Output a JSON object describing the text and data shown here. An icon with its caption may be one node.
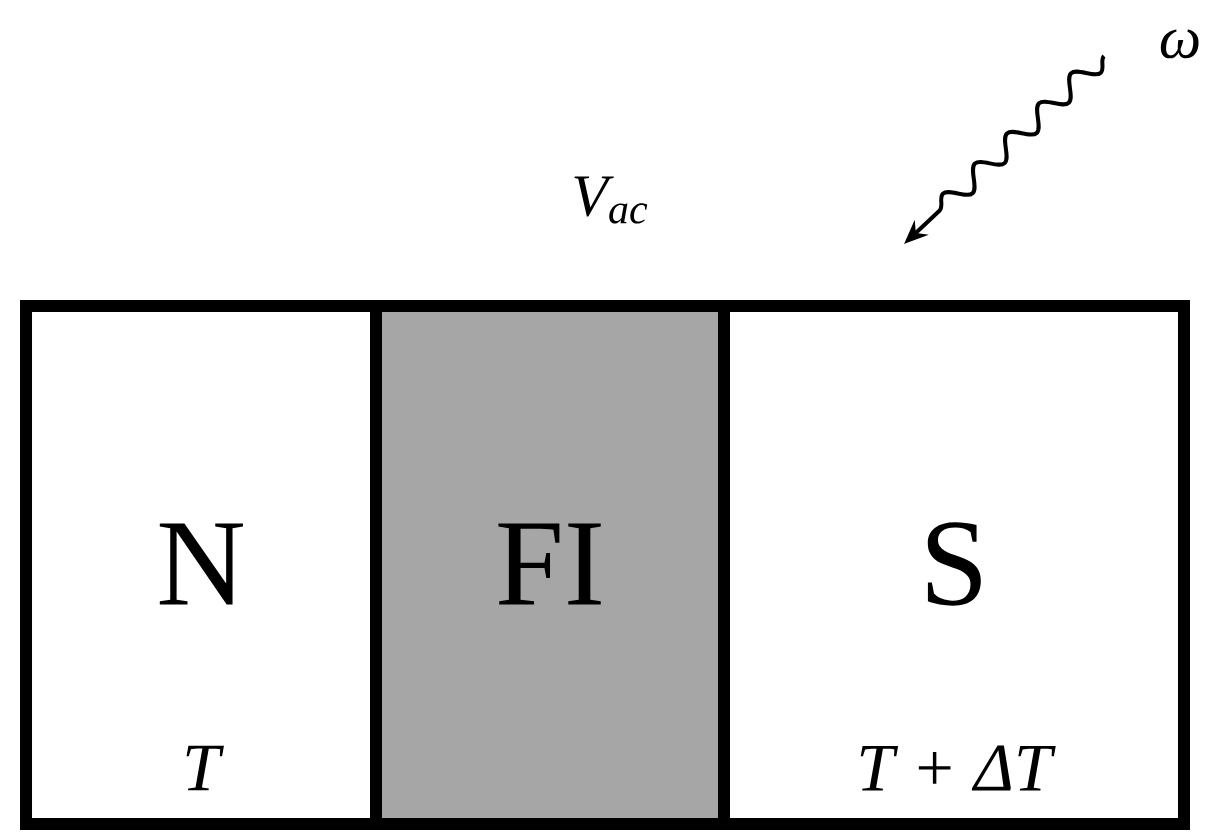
{
  "diagram": {
    "nodes": [
      {
        "text": [
          "N",
          "T"
        ]
      },
      {
        "text": [
          "FI"
        ]
      },
      {
        "text": [
          "S",
          "T + ΔT"
        ]
      }
    ],
    "edges": [
      {
        "from": null,
        "to": 2,
        "arrow": "to"
      }
    ],
    "labels": [
      "V$_{ac}$",
      "ω"
    ]
  }
}
